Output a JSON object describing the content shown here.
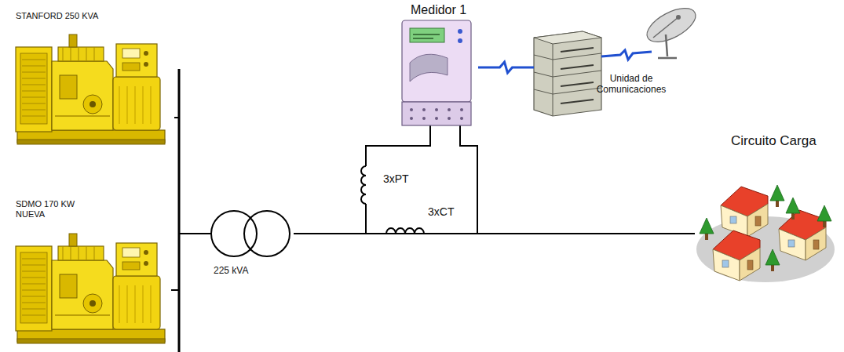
{
  "diagram": {
    "nodes": [
      {
        "text": [
          "STANFORD 250 KVA"
        ]
      },
      {
        "text": [
          "SDMO 170 KW NUEVA"
        ]
      },
      {
        "text": [
          "225 kVA"
        ]
      },
      {
        "text": [
          "Medidor 1"
        ]
      },
      {
        "text": [
          "Unidad de Comunicaciones"
        ]
      },
      {
        "text": [
          "Circuito Carga"
        ]
      }
    ],
    "edges": [
      {
        "from": 0,
        "to": 2,
        "arrow": "none"
      },
      {
        "from": 1,
        "to": 2,
        "arrow": "none"
      },
      {
        "from": 2,
        "to": 5,
        "arrow": "none"
      },
      {
        "from": 3,
        "to": 4,
        "arrow": "none"
      }
    ],
    "labels": [
      "3xPT",
      "3xCT"
    ]
  }
}
